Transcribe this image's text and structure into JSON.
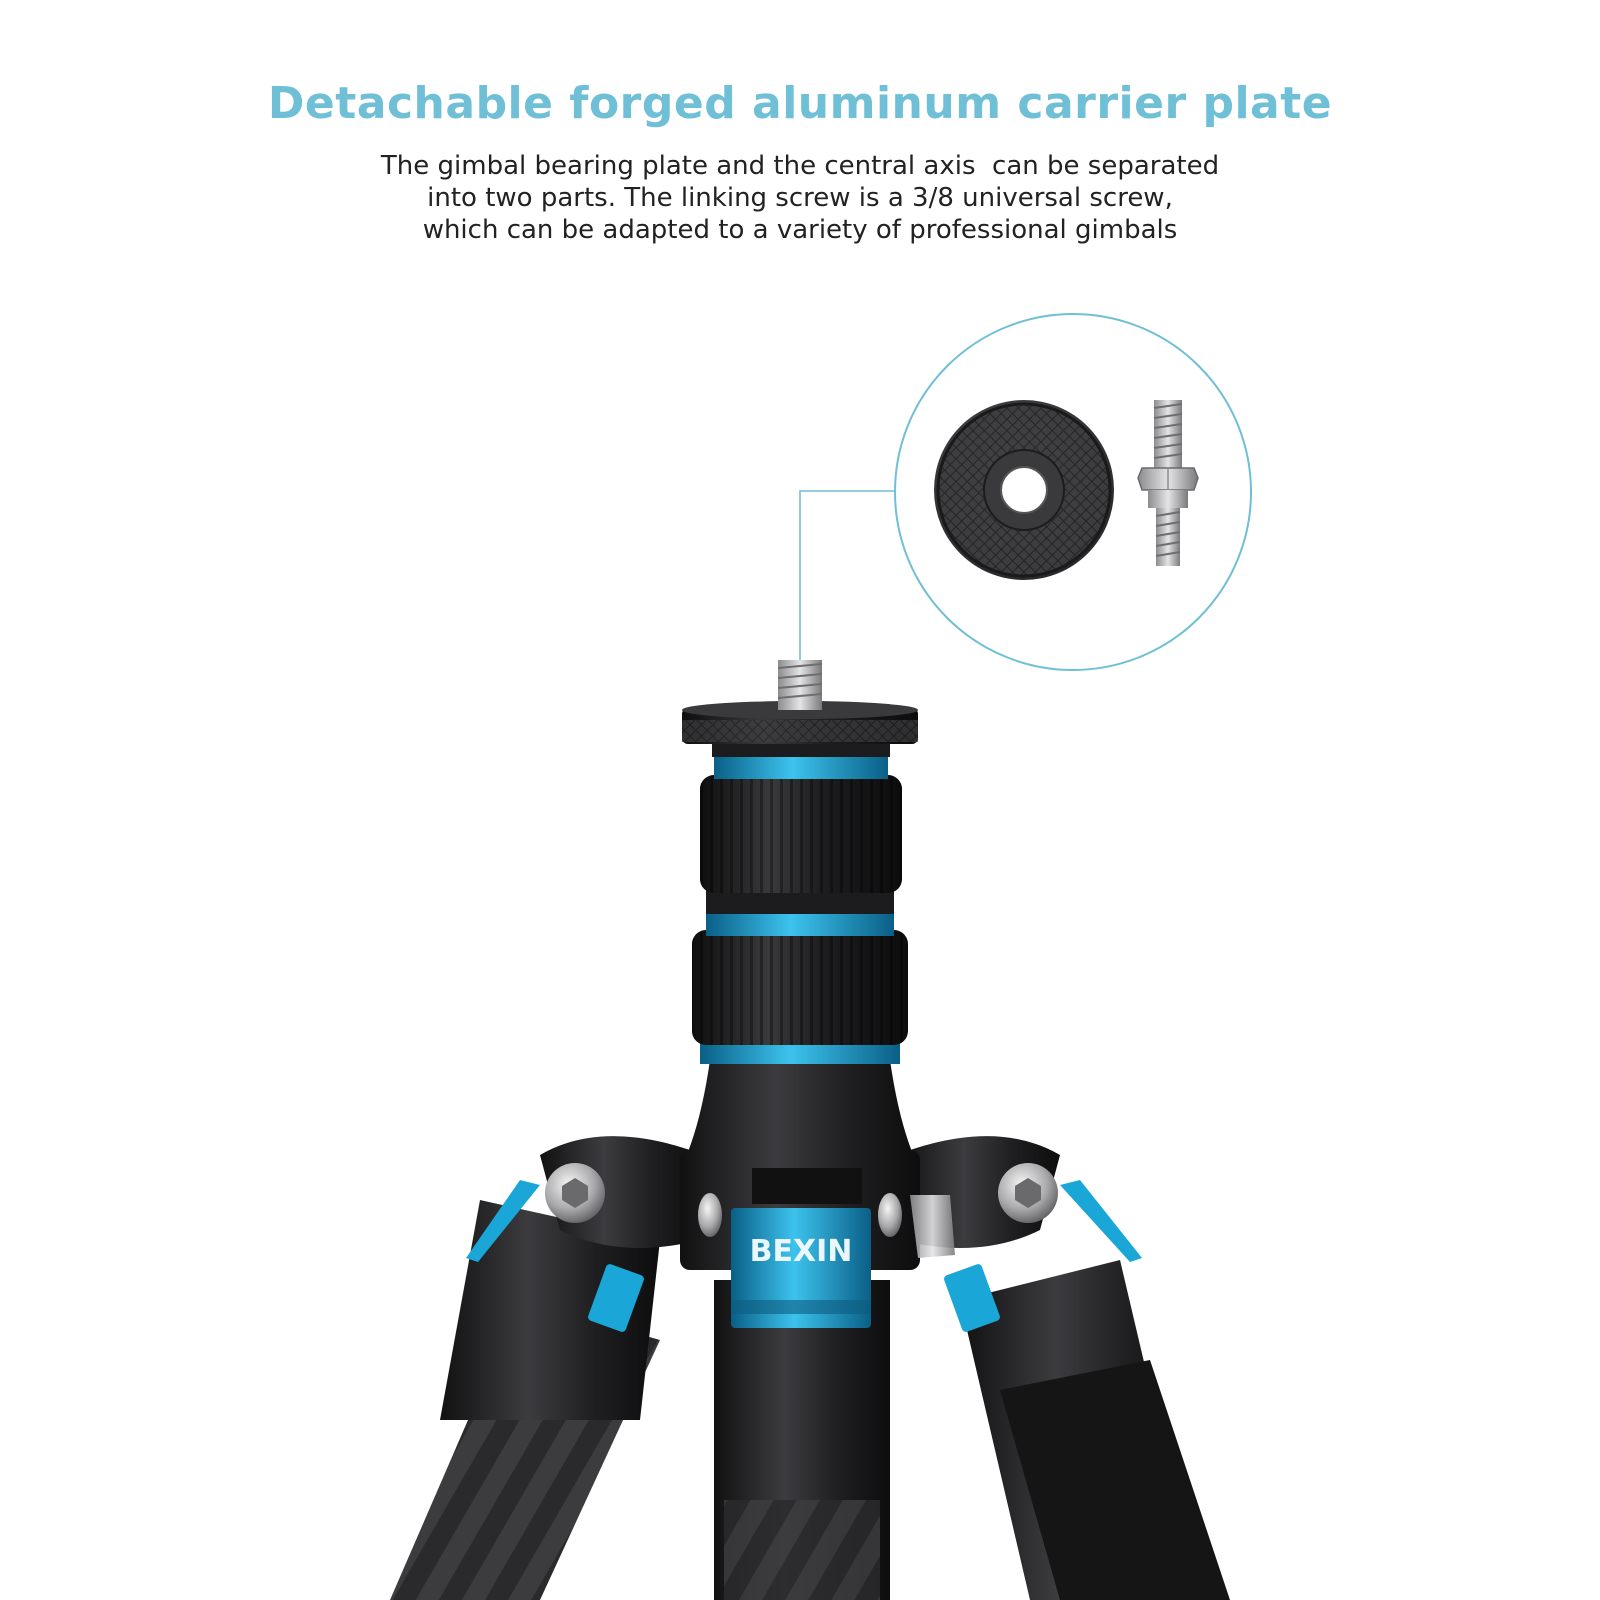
{
  "heading": {
    "title": "Detachable forged aluminum carrier plate",
    "description": [
      "The gimbal bearing plate and the central axis  can be separated",
      "into two parts. The linking screw is a 3/8 universal screw,",
      "which can be adapted to a variety of professional gimbals"
    ]
  },
  "product": {
    "brand_label": "BEXIN"
  },
  "colors": {
    "accent": "#6fbfd6",
    "ring_blue": "#1aa6d6",
    "body_dark": "#1c1c1e",
    "text": "#222222"
  },
  "icons": [
    "tripod-image",
    "callout-circle",
    "knurled-plate-image",
    "screw-image"
  ]
}
